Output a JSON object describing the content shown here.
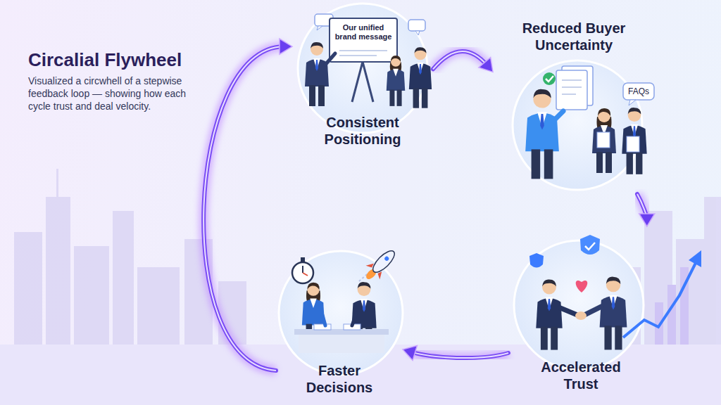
{
  "diagram": {
    "title": "Circalial Flywheel",
    "caption": "Visualized a circwhell of a stepwise feedback loop — showing how each cycle trust and deal velocity.",
    "nodes": [
      {
        "text": [
          "Consistent Positioning"
        ]
      },
      {
        "text": [
          "Reduced Buyer Uncertainty"
        ]
      },
      {
        "text": [
          "Accelerated Trust"
        ]
      },
      {
        "text": [
          "Faster Decisions"
        ]
      }
    ],
    "edges": [
      {
        "from": 0,
        "to": 1,
        "arrow": "to"
      },
      {
        "from": 1,
        "to": 2,
        "arrow": "to"
      },
      {
        "from": 2,
        "to": 3,
        "arrow": "to"
      },
      {
        "from": 3,
        "to": 0,
        "arrow": "to"
      }
    ],
    "labels": [
      "Our unified brand message",
      "FAQs"
    ]
  }
}
